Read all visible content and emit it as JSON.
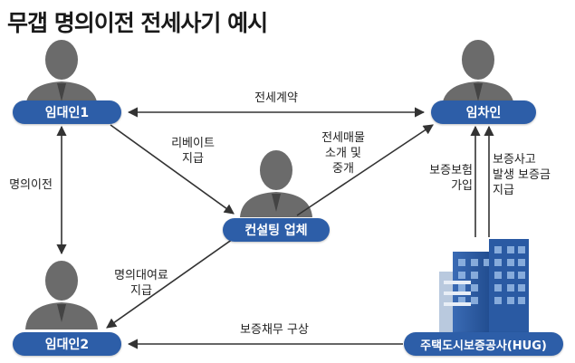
{
  "title": "무갭 명의이전 전세사기 예시",
  "nodes": {
    "landlord1": "임대인1",
    "tenant": "임차인",
    "consulting": "컨설팅 업체",
    "landlord2": "임대인2",
    "hug": "주택도시보증공사(HUG)"
  },
  "labels": {
    "lease_contract": "전세계약",
    "rebate": "리베이트\n지급",
    "listing": "전세매물\n소개 및\n중개",
    "name_transfer": "명의이전",
    "insurance_join": "보증보험\n가입",
    "guarantee_pay": "보증사고\n발생 보증금\n지급",
    "name_lend_fee": "명의대여료\n지급",
    "debt_claim": "보증채무 구상"
  },
  "colors": {
    "node_bg": "#2d5ea8",
    "arrow": "#333333",
    "person": "#6b6b6b"
  }
}
